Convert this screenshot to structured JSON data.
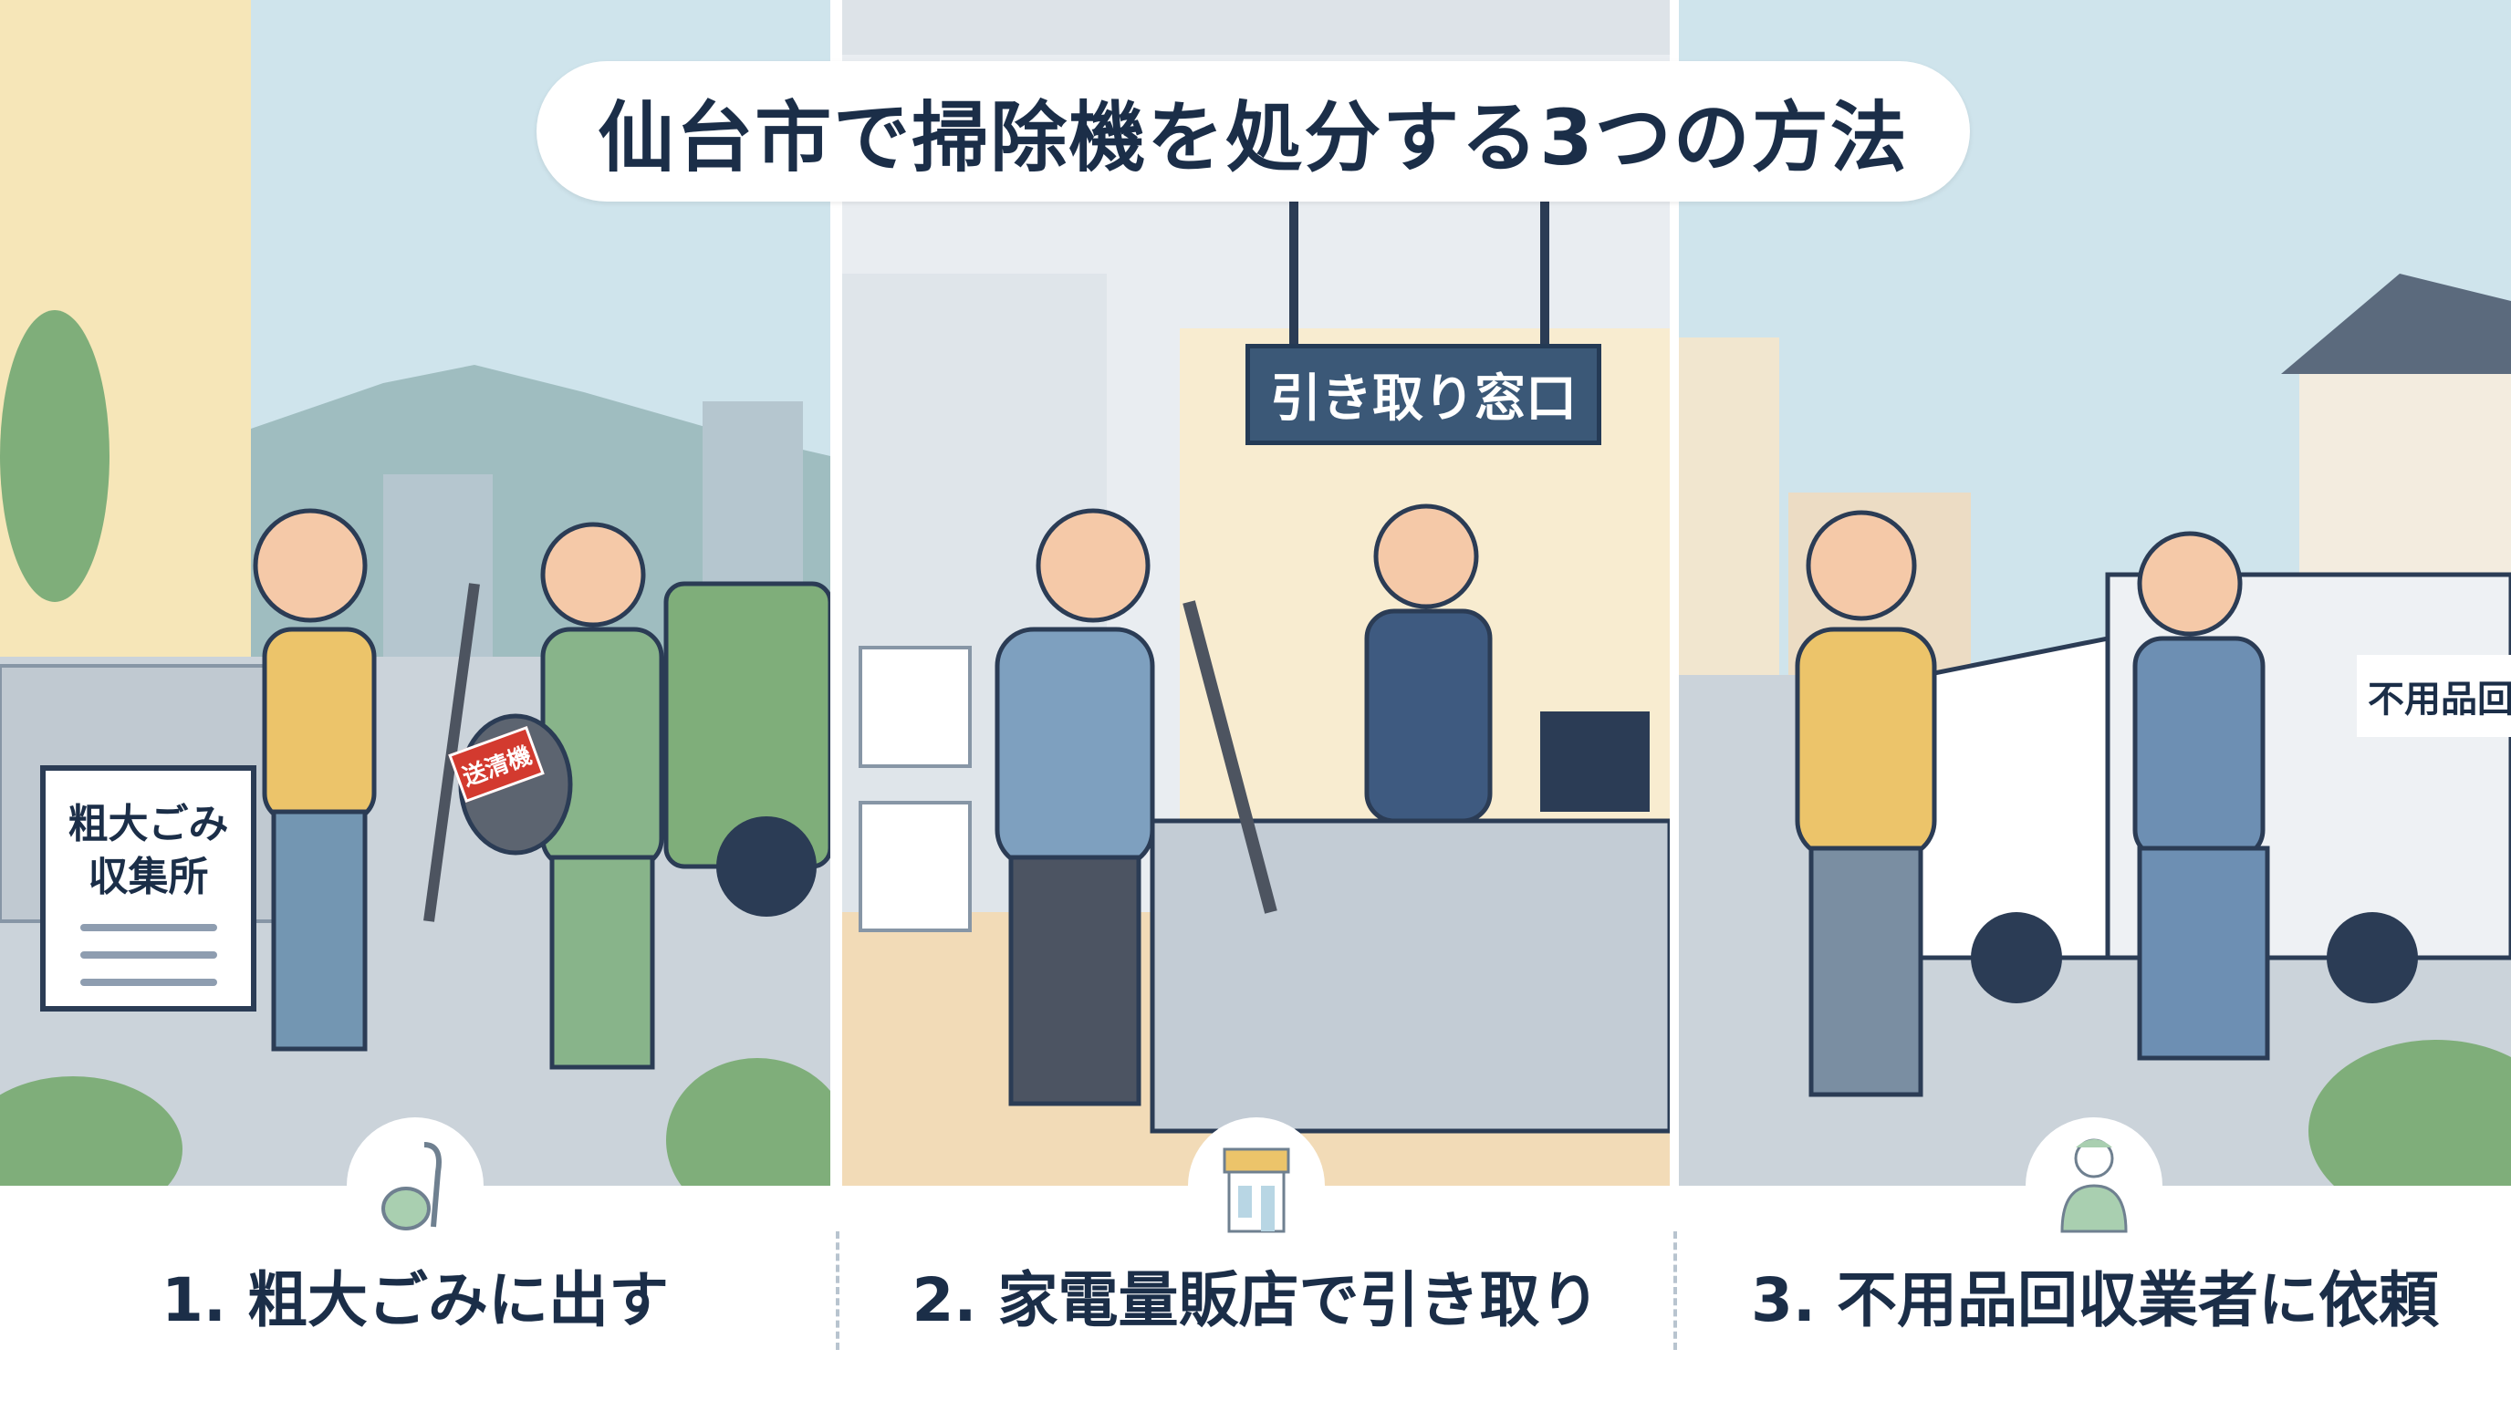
{
  "title": "仙台市で掃除機を処分する3つの方法",
  "panels": [
    {
      "label": "1. 粗大ごみに出す",
      "icon": "vacuum-cleaner-icon",
      "sign_line1": "粗大ごみ",
      "sign_line2": "収集所",
      "tag": "送清機"
    },
    {
      "label": "2. 家電量販店で引き取り",
      "icon": "store-icon",
      "sign": "引き取り窓口"
    },
    {
      "label": "3. 不用品回収業者に依頼",
      "icon": "worker-icon",
      "truck_sign": "不用品回"
    }
  ],
  "colors": {
    "text": "#1b2e48",
    "sky": "#cfe4ec",
    "road": "#cbd3da",
    "green": "#7fae7a",
    "store_floor": "#f2dbb7"
  }
}
